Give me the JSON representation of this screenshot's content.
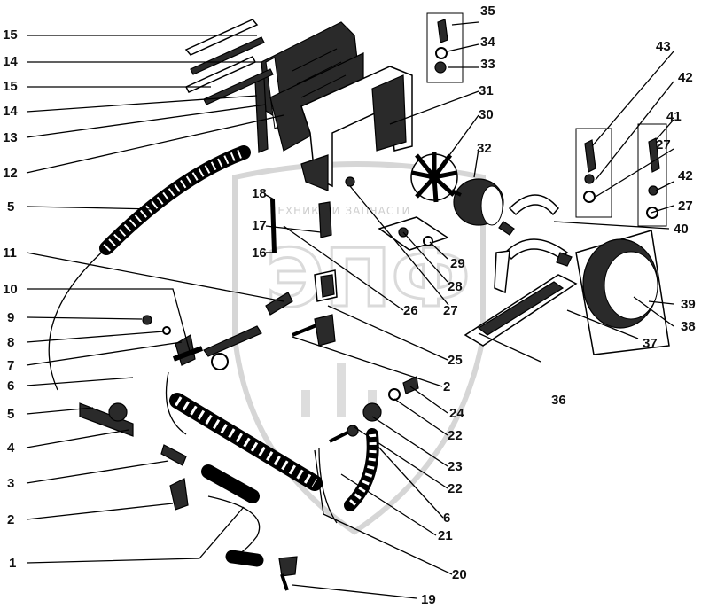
{
  "watermark": {
    "text": "ТЕХНИКА И ЗАПЧАСТИ",
    "logo_text": "ЭПФ"
  },
  "colors": {
    "ink": "#111111",
    "watermark": "#c9c9c9",
    "background": "#ffffff"
  },
  "labels": {
    "n1": "1",
    "n2a": "2",
    "n2b": "2",
    "n3": "3",
    "n4": "4",
    "n5a": "5",
    "n5b": "5",
    "n6a": "6",
    "n6b": "6",
    "n7": "7",
    "n8": "8",
    "n9": "9",
    "n10": "10",
    "n11": "11",
    "n12": "12",
    "n13": "13",
    "n14a": "14",
    "n14b": "14",
    "n15a": "15",
    "n15b": "15",
    "n16": "16",
    "n17": "17",
    "n18": "18",
    "n19": "19",
    "n20": "20",
    "n21": "21",
    "n22a": "22",
    "n22b": "22",
    "n23": "23",
    "n24": "24",
    "n25": "25",
    "n26": "26",
    "n27a": "27",
    "n27b": "27",
    "n27c": "27",
    "n28": "28",
    "n29": "29",
    "n30": "30",
    "n31": "31",
    "n32": "32",
    "n33": "33",
    "n34": "34",
    "n35": "35",
    "n36": "36",
    "n37": "37",
    "n38": "38",
    "n39": "39",
    "n40": "40",
    "n41": "41",
    "n42a": "42",
    "n42b": "42",
    "n43": "43"
  }
}
